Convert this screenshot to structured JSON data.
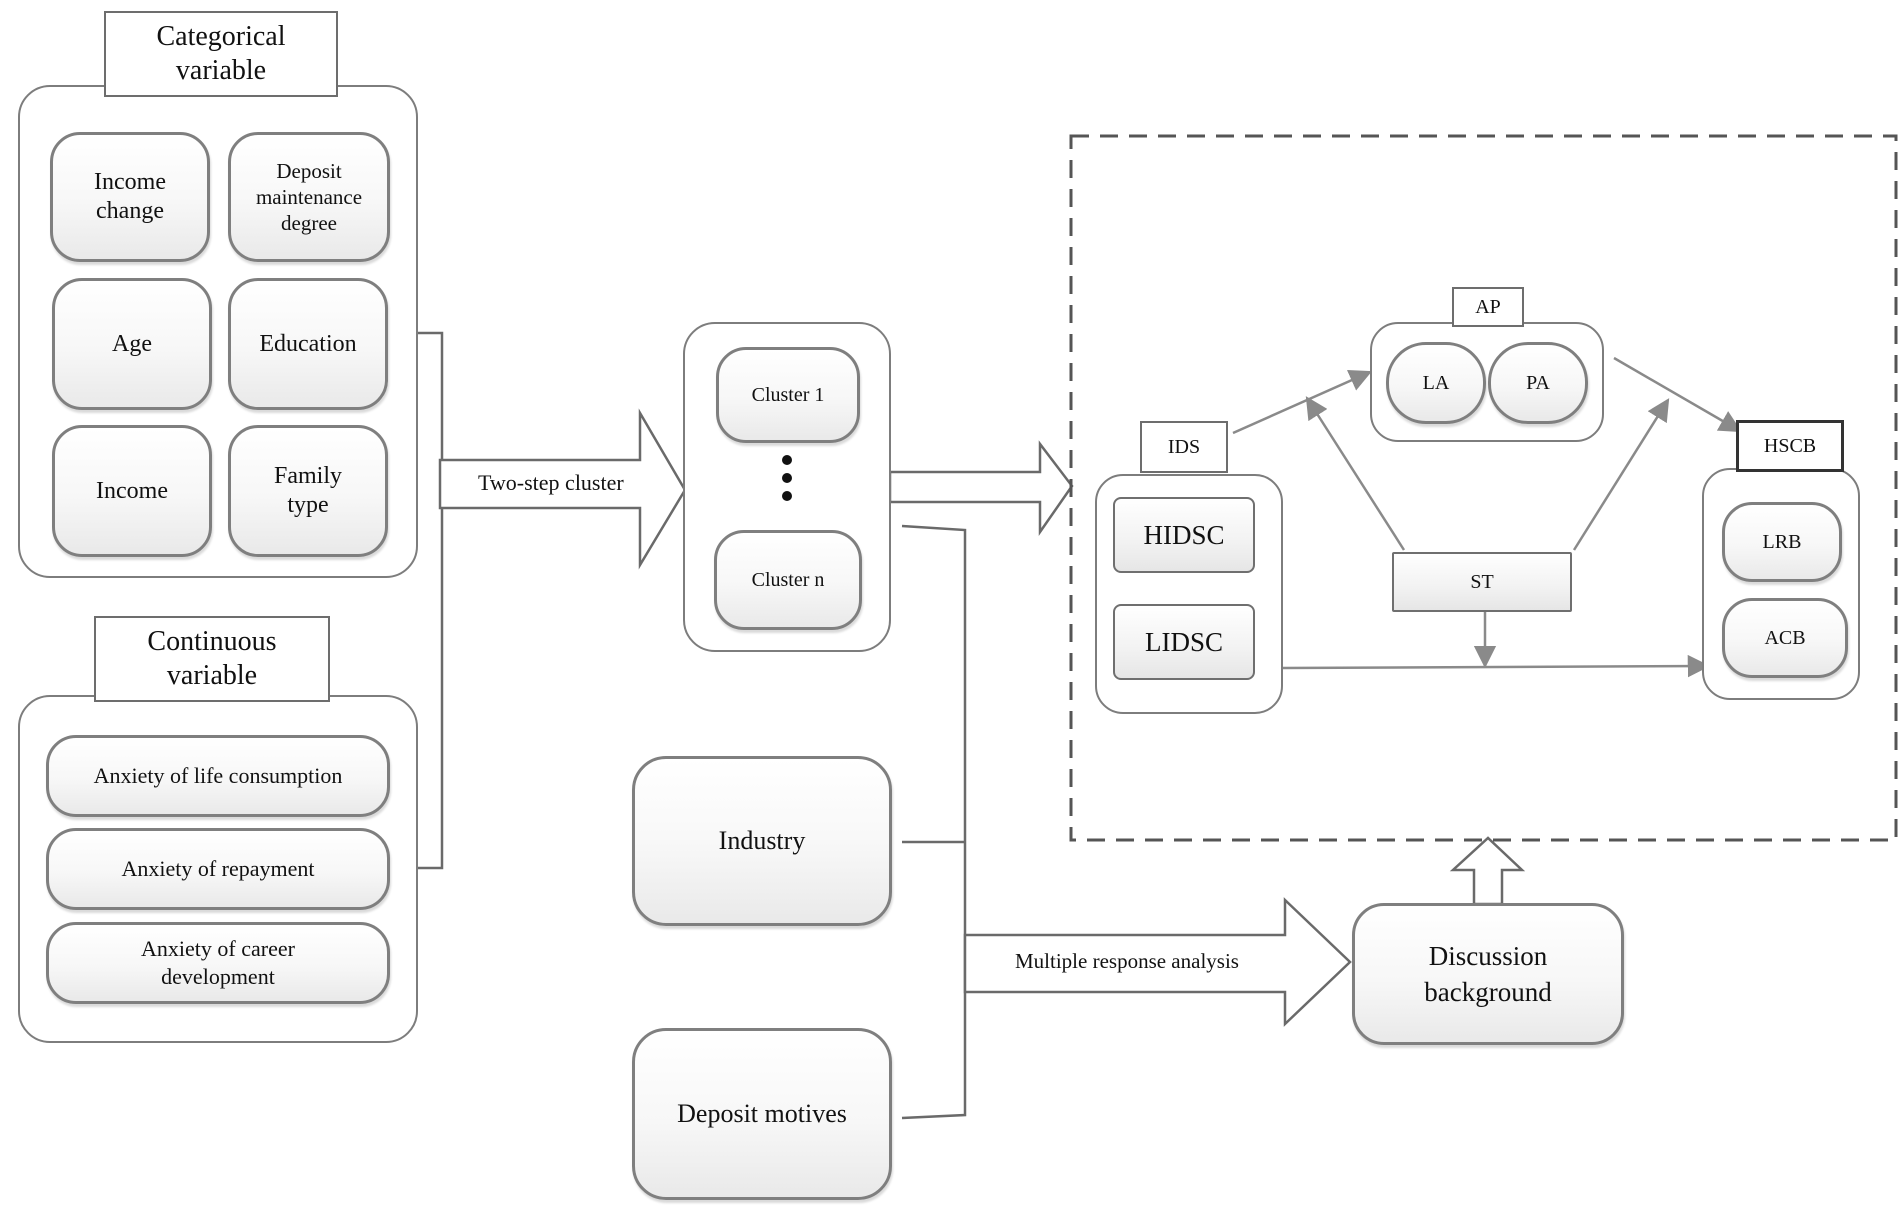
{
  "categorical": {
    "title": "Categorical variable",
    "items": [
      "Income change",
      "Deposit maintenance degree",
      "Age",
      "Education",
      "Income",
      "Family type"
    ]
  },
  "continuous": {
    "title": "Continuous variable",
    "items": [
      "Anxiety of life consumption",
      "Anxiety of repayment",
      "Anxiety of career development"
    ]
  },
  "two_step_label": "Two-step cluster",
  "clusters": {
    "first": "Cluster 1",
    "last": "Cluster n",
    "ellipsis": "⋮"
  },
  "industry": "Industry",
  "deposit_motives": "Deposit motives",
  "mra_label": "Multiple response analysis",
  "discussion_background": "Discussion background",
  "model": {
    "ids": {
      "label": "IDS",
      "items": [
        "HIDSC",
        "LIDSC"
      ]
    },
    "ap": {
      "label": "AP",
      "items": [
        "LA",
        "PA"
      ]
    },
    "st": "ST",
    "hscb": {
      "label": "HSCB",
      "items": [
        "LRB",
        "ACB"
      ]
    }
  }
}
